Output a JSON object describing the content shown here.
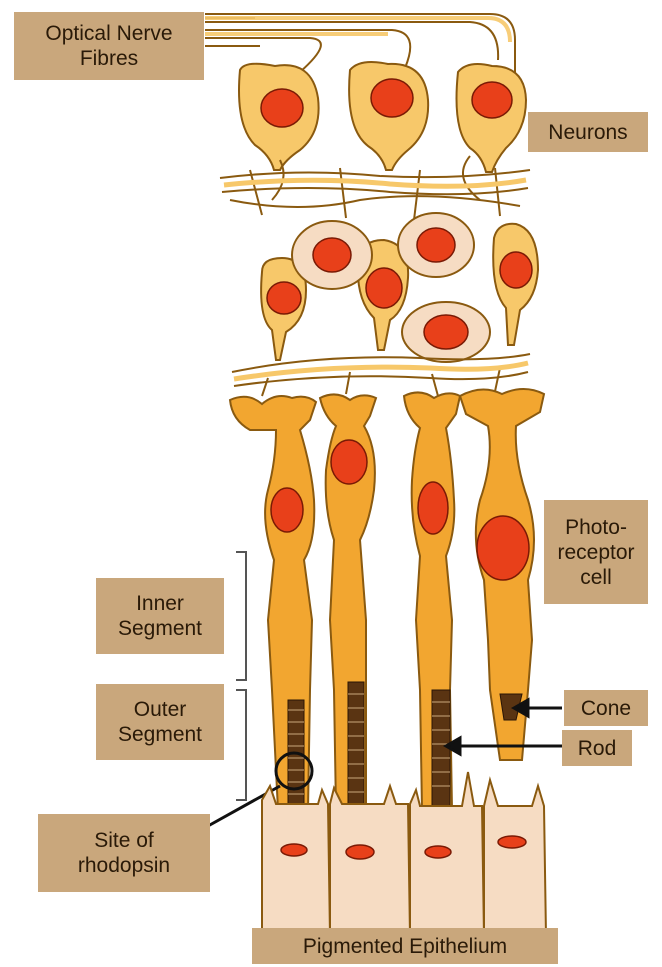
{
  "labels": {
    "optical_nerve_fibres": [
      "Optical Nerve",
      "Fibres"
    ],
    "neurons": [
      "Neurons"
    ],
    "photoreceptor_cell": [
      "Photo-",
      "receptor",
      "cell"
    ],
    "inner_segment": [
      "Inner",
      "Segment"
    ],
    "outer_segment": [
      "Outer",
      "Segment"
    ],
    "cone": [
      "Cone"
    ],
    "rod": [
      "Rod"
    ],
    "site_of_rhodopsin": [
      "Site of",
      "rhodopsin"
    ],
    "pigmented_epithelium": [
      "Pigmented Epithelium"
    ]
  },
  "colors": {
    "label_bg": "#c9a77c",
    "cell_fill": "#f7c86a",
    "cell_outline": "#8a5a10",
    "nucleus": "#e8401a",
    "photoreceptor_fill": "#f2a630",
    "outer_segment_stack": "#5a3412",
    "epithelium": "#f6dcc3"
  }
}
